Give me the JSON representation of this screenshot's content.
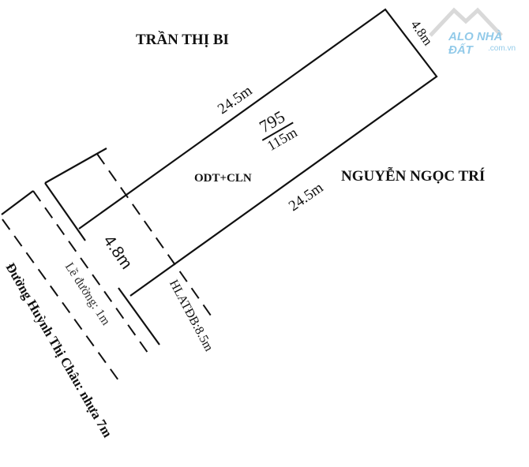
{
  "neighbors": {
    "north": "TRẦN THỊ BI",
    "east": "NGUYỄN NGỌC TRÍ"
  },
  "plot": {
    "number": "795",
    "area": "115m",
    "land_use": "ODT+CLN"
  },
  "dimensions": {
    "top_side": "24.5m",
    "bottom_side": "24.5m",
    "back_width": "4.8m",
    "front_width": "4.8m"
  },
  "road": {
    "sidewalk": "Lề đường: 1m",
    "setback": "HLATĐB:8.5m",
    "name": "Đường Huỳnh Thị Châu: nhựa 7m"
  },
  "watermark": {
    "brand": "ALO NHÀ ĐẤT",
    "domain": ".com.vn",
    "color": "#3aa0d8"
  }
}
